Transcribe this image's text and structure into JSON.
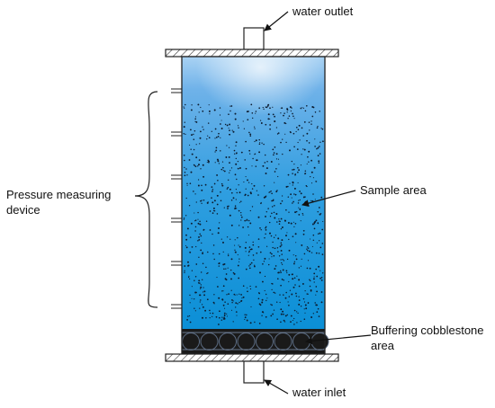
{
  "labels": {
    "water_outlet": "water outlet",
    "pressure_line1": "Pressure measuring",
    "pressure_line2": "device",
    "sample_area": "Sample area",
    "cobble_line1": "Buffering cobblestone",
    "cobble_line2": "area",
    "water_inlet": "water inlet"
  },
  "pressure_port_count": 6,
  "colors": {
    "column_top": "#8fc3ee",
    "column_bottom": "#0a8fd8",
    "cobble_fill": "#1a1a1a",
    "cobble_stroke": "#5a6a80",
    "outline": "#222222"
  }
}
